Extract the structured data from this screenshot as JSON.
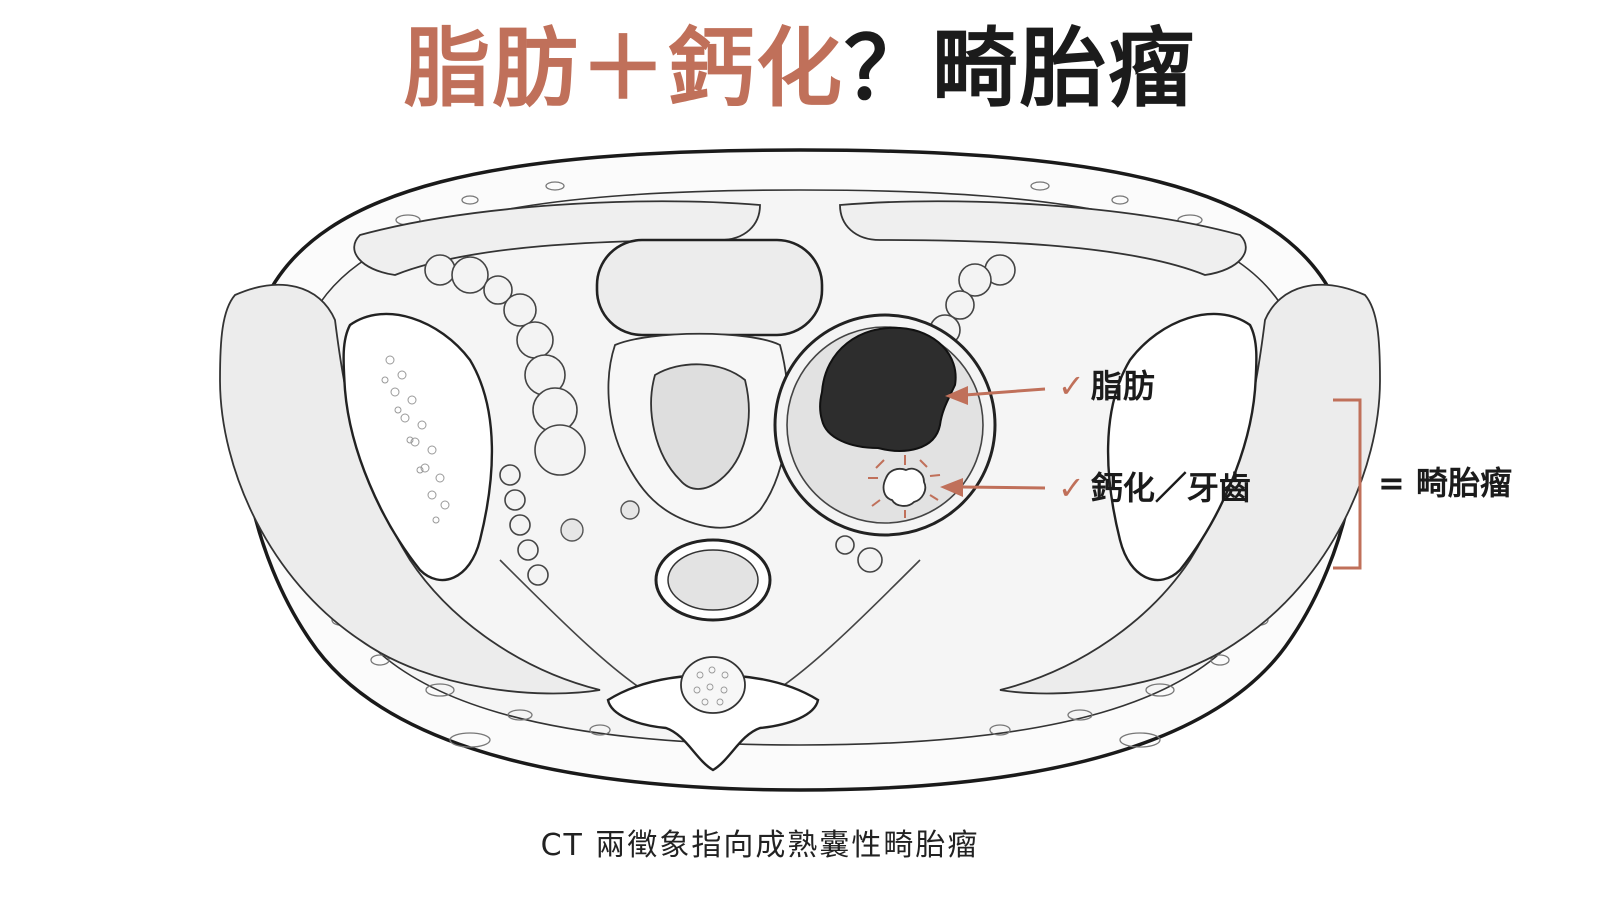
{
  "title": {
    "part_fat": "脂肪",
    "plus": "＋",
    "part_calc": "鈣化",
    "question": "？",
    "part_teratoma": "畸胎瘤"
  },
  "callouts": {
    "fat": {
      "check": "✓",
      "label": "脂肪"
    },
    "calcification": {
      "check": "✓",
      "label": "鈣化／牙齒"
    }
  },
  "result": {
    "label": "= 畸胎瘤"
  },
  "caption": "CT 兩徵象指向成熟囊性畸胎瘤",
  "colors": {
    "accent": "#c0705a",
    "text": "#1b1b1b",
    "outline": "#1a1a1a",
    "tissue": "#f1f1f1",
    "fat_mass": "#2d2d2d"
  }
}
